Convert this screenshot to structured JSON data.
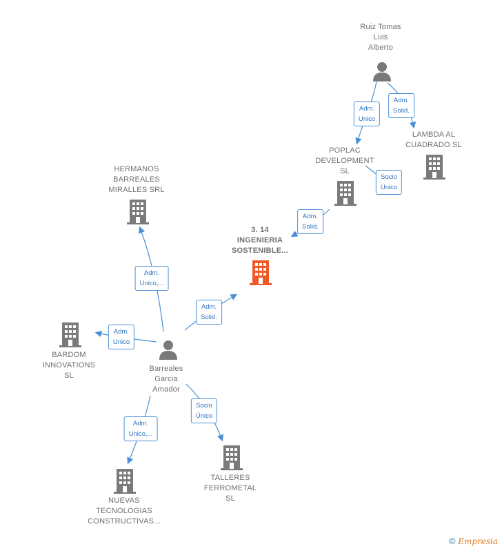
{
  "nodes": {
    "ruiz": "Ruiz Tomas\nLuis\nAlberto",
    "lambda": "LAMBDA AL\nCUADRADO  SL",
    "poplac": "POPLAC\nDEVELOPMENT\nSL",
    "ingenieria": "3. 14\nINGENIERIA\nSOSTENIBLE...",
    "hermanos": "HERMANOS\nBARREALES\nMIRALLES SRL",
    "bardom": "BARDOM\nINNOVATIONS\nSL",
    "barreales": "Barreales\nGarcia\nAmador",
    "talleres": "TALLERES\nFERROMETAL\nSL",
    "nuevas": "NUEVAS\nTECNOLOGIAS\nCONSTRUCTIVAS..."
  },
  "edges": {
    "ruiz_poplac": "Adm.\nUnico",
    "ruiz_lambda": "Adm.\nSolid.",
    "ruiz_ingenieria_socio": "Socio\nÚnico",
    "poplac_ingenieria": "Adm.\nSolid.",
    "barreales_hermanos": "Adm.\nUnico,...",
    "barreales_ingenieria": "Adm.\nSolid.",
    "barreales_bardom": "Adm.\nUnico",
    "barreales_talleres": "Socio\nÚnico",
    "barreales_nuevas": "Adm.\nUnico,..."
  },
  "colors": {
    "edge": "#4a8fd6",
    "node_gray": "#7a7a7a",
    "focus": "#f05a28"
  },
  "footer": {
    "symbol": "©",
    "brand": "Empresia"
  }
}
